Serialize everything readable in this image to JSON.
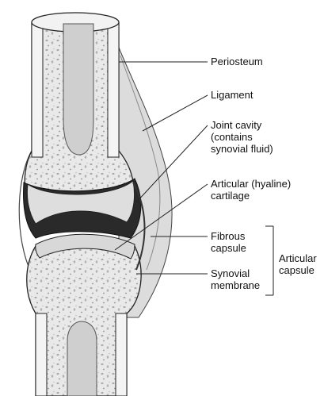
{
  "labels": {
    "periosteum": "Periosteum",
    "ligament": "Ligament",
    "joint_cavity": [
      "Joint cavity",
      "(contains",
      "synovial fluid)"
    ],
    "articular_cartilage": [
      "Articular (hyaline)",
      "cartilage"
    ],
    "fibrous_capsule": [
      "Fibrous",
      "capsule"
    ],
    "synovial_membrane": [
      "Synovial",
      "membrane"
    ],
    "articular_capsule": [
      "Articular",
      "capsule"
    ]
  },
  "colors": {
    "bone": "#e7e7e7",
    "cortex": "#f3f3f3",
    "cavity_dark": "#2a2a2a",
    "outline": "#222222",
    "leader": "#222222"
  }
}
